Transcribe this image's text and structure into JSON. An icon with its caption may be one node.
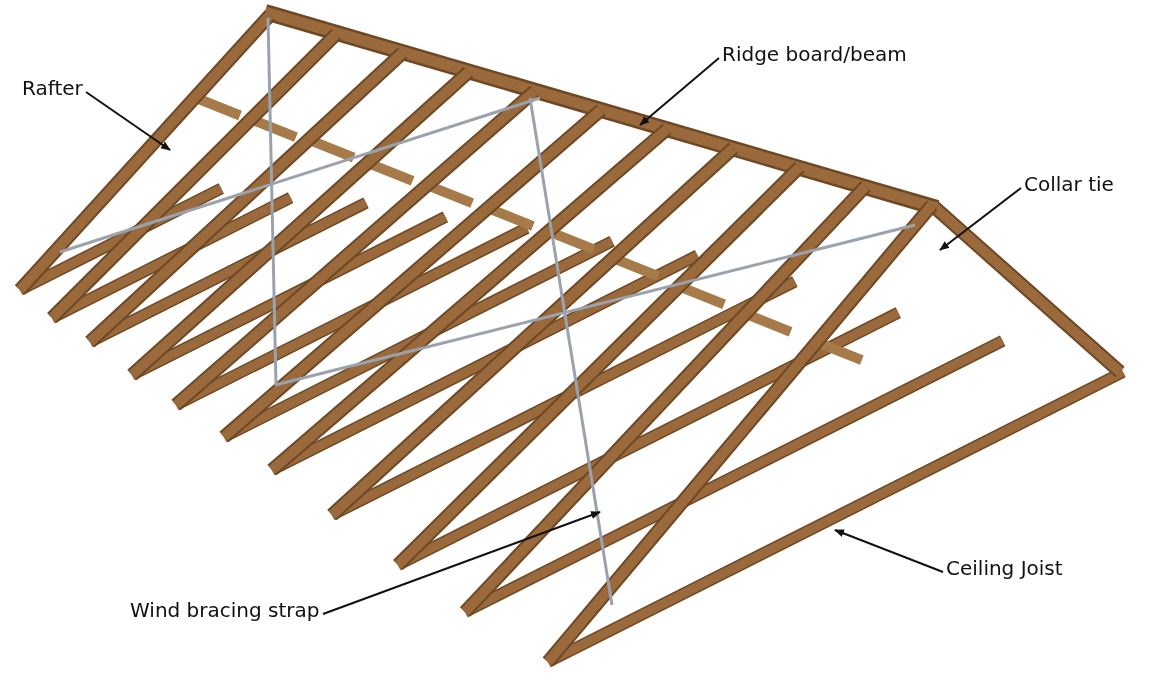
{
  "diagram": {
    "nodes": [
      {
        "text": [
          "Rafter"
        ]
      },
      {
        "text": [
          "Ridge board/beam"
        ]
      },
      {
        "text": [
          "Collar tie"
        ]
      },
      {
        "text": [
          "Ceiling Joist"
        ]
      },
      {
        "text": [
          "Wind bracing strap"
        ]
      }
    ],
    "edges": [
      {
        "from": 0,
        "to": null,
        "arrow": "to"
      },
      {
        "from": 1,
        "to": null,
        "arrow": "to"
      },
      {
        "from": 2,
        "to": null,
        "arrow": "to"
      },
      {
        "from": 3,
        "to": null,
        "arrow": "to"
      },
      {
        "from": 4,
        "to": null,
        "arrow": "to"
      }
    ]
  }
}
